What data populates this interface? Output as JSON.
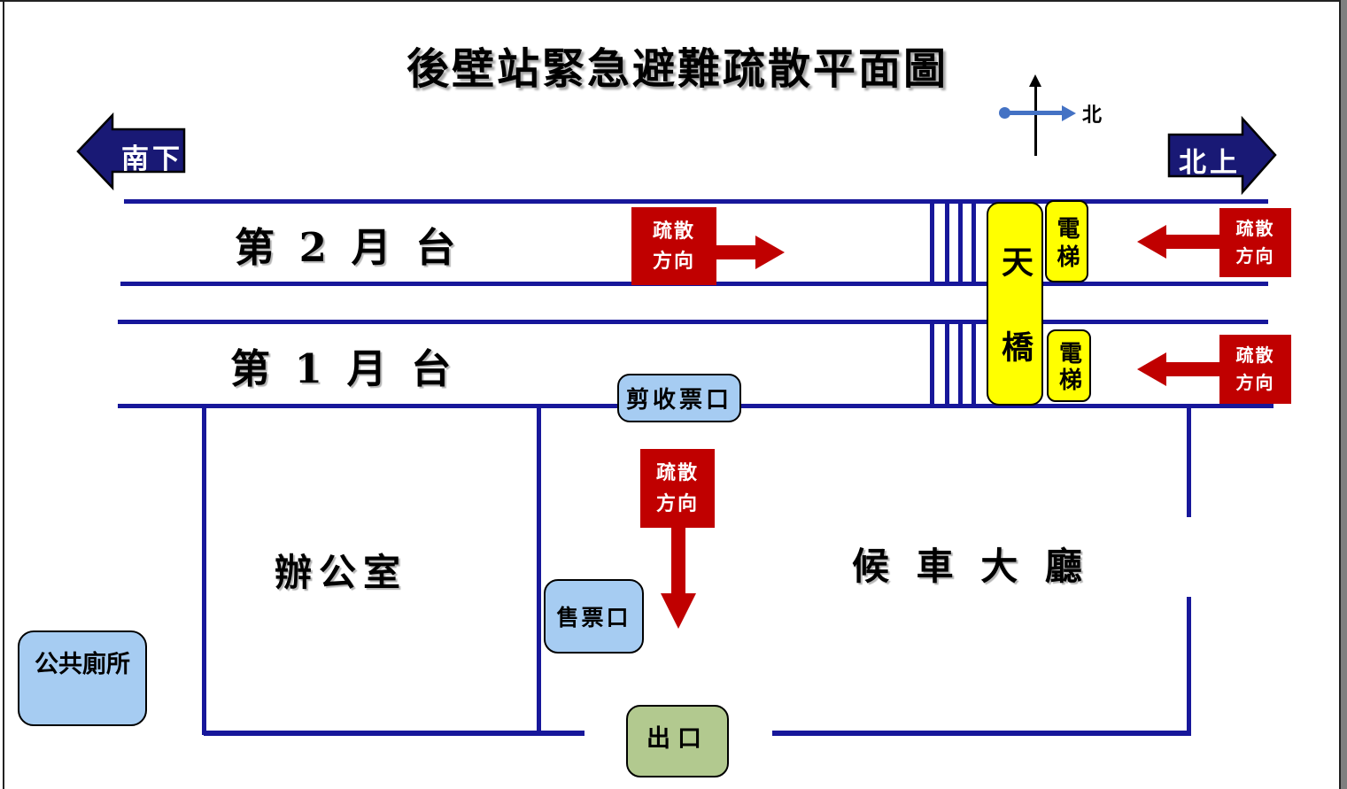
{
  "palette": {
    "navy": "#17179a",
    "arrow_navy": "#191975",
    "red": "#c00000",
    "yellow": "#ffff00",
    "lightblue": "#a6ccf2",
    "green": "#b2c98f",
    "compass_blue": "#4472c4"
  },
  "title": "後壁站緊急避難疏散平面圖",
  "compass": {
    "north": "北"
  },
  "arrows": {
    "southbound": "南下",
    "northbound": "北上"
  },
  "platforms": {
    "platform2": "第 2 月 台",
    "platform1": "第 1 月 台"
  },
  "rooms": {
    "office": "辦公室",
    "waiting_hall": "候 車 大 廳"
  },
  "facilities": {
    "footbridge": "天橋",
    "elevator_upper": "電梯",
    "elevator_lower": "電梯",
    "ticket_gate": "剪收票口",
    "ticket_office": "售票口",
    "public_toilet": "公共廁所",
    "exit": "出口"
  },
  "evacuation": {
    "line1": "疏散",
    "line2": "方向"
  }
}
